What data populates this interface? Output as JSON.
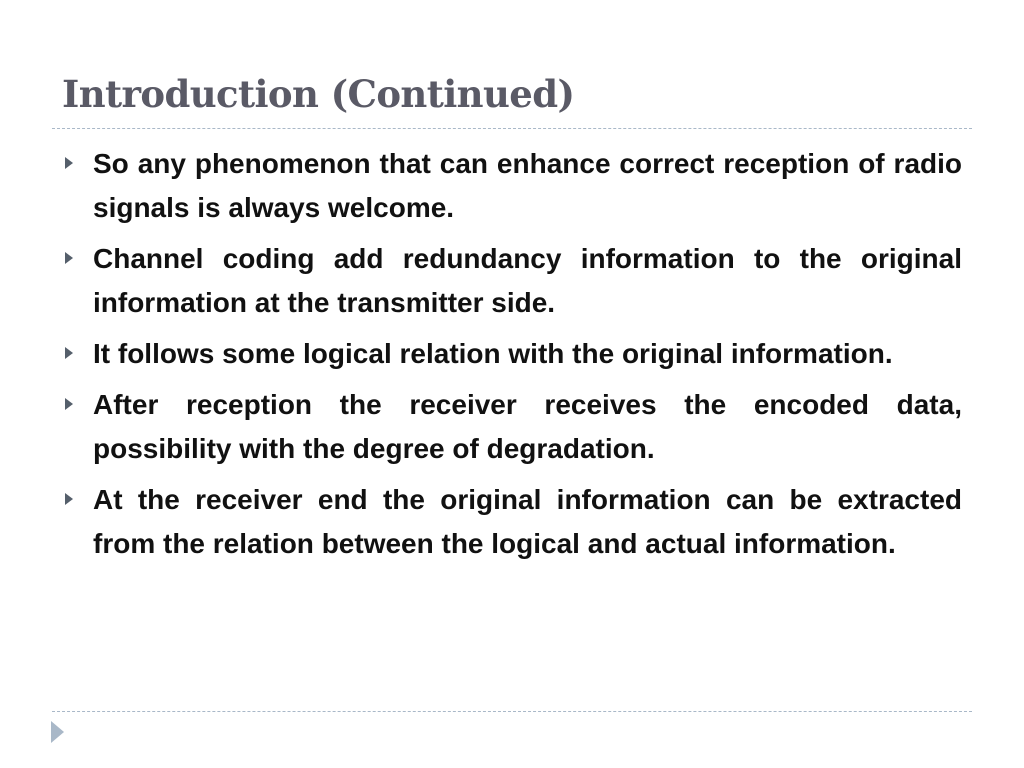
{
  "slide": {
    "title": "Introduction (Continued)",
    "bullets": [
      {
        "text": "So any phenomenon that can enhance correct reception of radio signals is always welcome."
      },
      {
        "text": "Channel coding add redundancy information to the original information at the transmitter side."
      },
      {
        "text": "It follows some logical relation with the original information."
      },
      {
        "text": "After reception the receiver receives the encoded data, possibility with the degree of degradation."
      },
      {
        "text": "At the receiver end the original information can be extracted from the relation between the logical and actual information."
      }
    ]
  },
  "icons": {
    "bullet_marker": "triangle-right-icon",
    "next_slide": "play-arrow-icon"
  },
  "colors": {
    "title": "#5a5a66",
    "body_text": "#111111",
    "bullet_marker": "#555f6b",
    "divider": "#a9b8c8"
  }
}
